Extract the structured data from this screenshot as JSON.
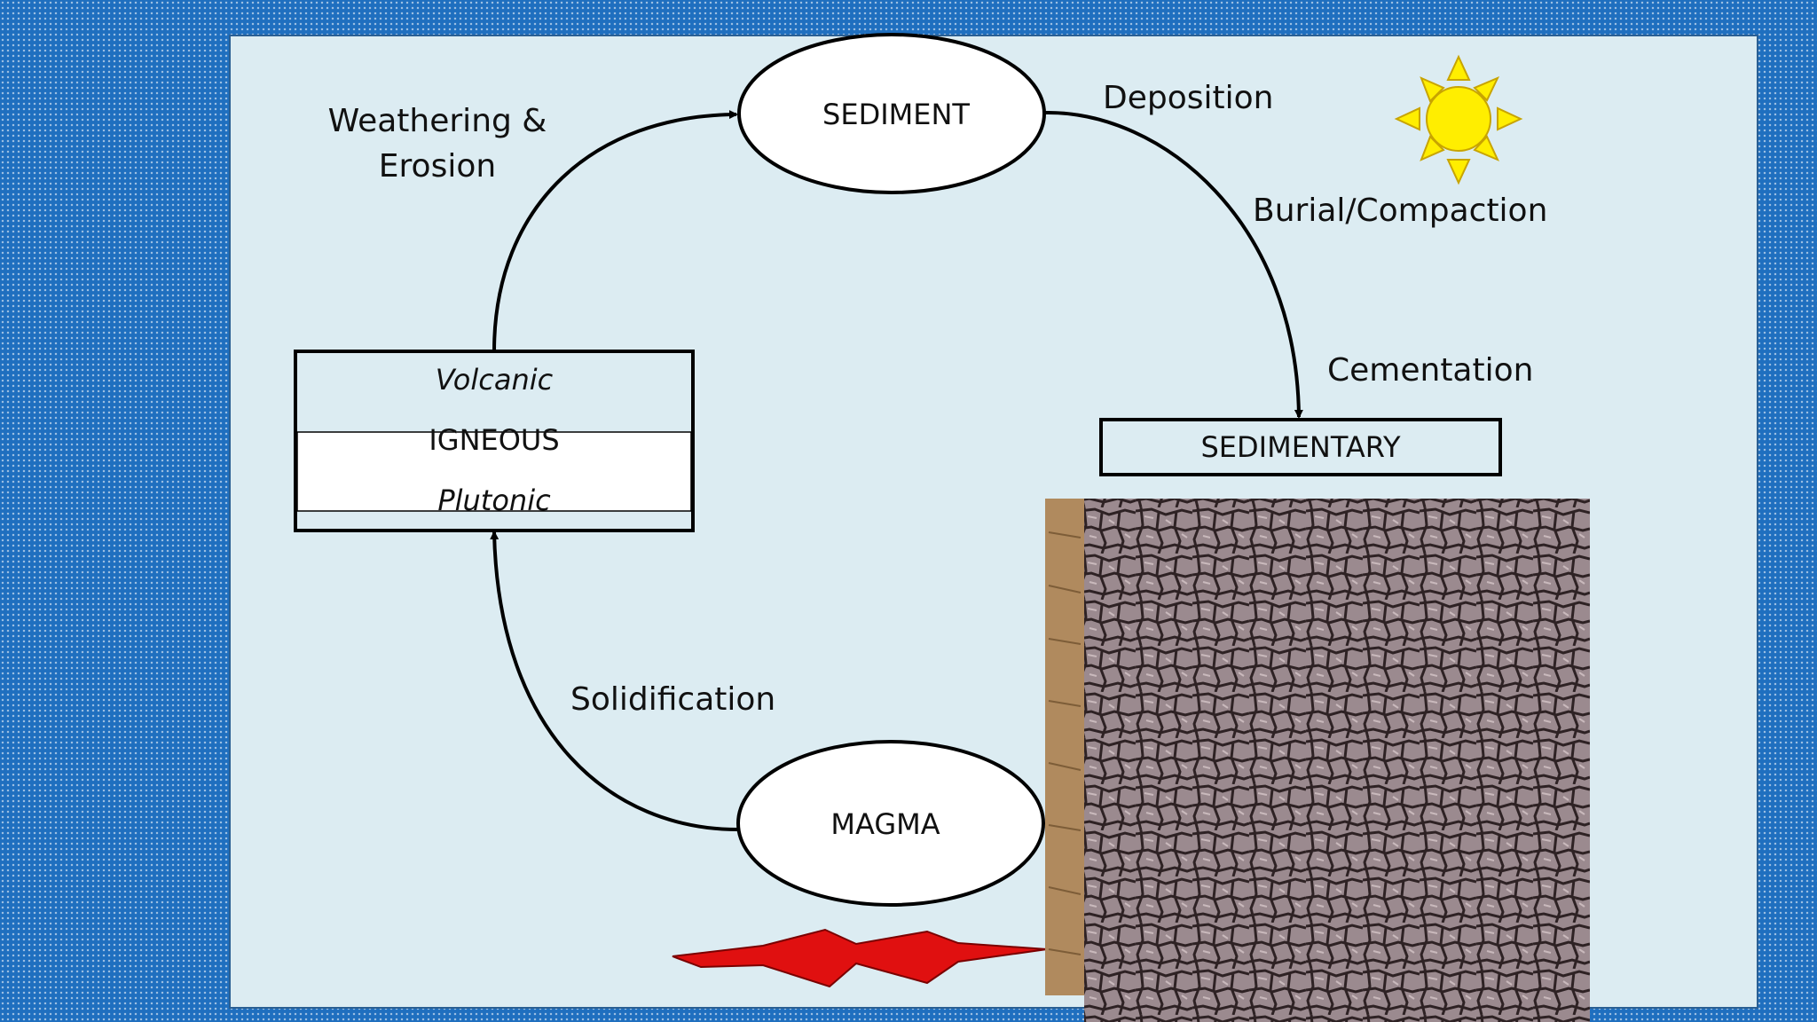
{
  "diagram": {
    "nodes": {
      "sediment": "SEDIMENT",
      "sedimentary": "SEDIMENTARY",
      "magma": "MAGMA",
      "igneous_volcanic": "Volcanic",
      "igneous_center": "IGNEOUS",
      "igneous_plutonic": "Plutonic"
    },
    "processes": {
      "weathering_line1": "Weathering &",
      "weathering_line2": "Erosion",
      "deposition": "Deposition",
      "burial": "Burial/Compaction",
      "cementation": "Cementation",
      "solidification": "Solidification"
    },
    "icons": [
      "sun-icon",
      "heat-burst-icon"
    ],
    "colors": {
      "background_blue": "#1f6fbf",
      "panel": "#dcecf2",
      "sun": "#ffee00",
      "burst": "#e01010"
    },
    "photo": "dried cracked mud"
  }
}
